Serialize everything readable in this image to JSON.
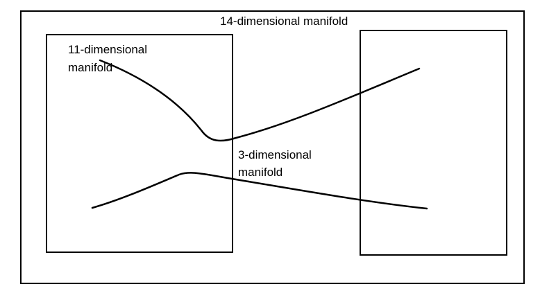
{
  "diagram": {
    "outer_label": "14-dimensional manifold",
    "left_label_line1": "11-dimensional",
    "left_label_line2": "manifold",
    "middle_label_line1": "3-dimensional",
    "middle_label_line2": "manifold",
    "stroke_color": "#000000",
    "background_color": "#ffffff"
  }
}
